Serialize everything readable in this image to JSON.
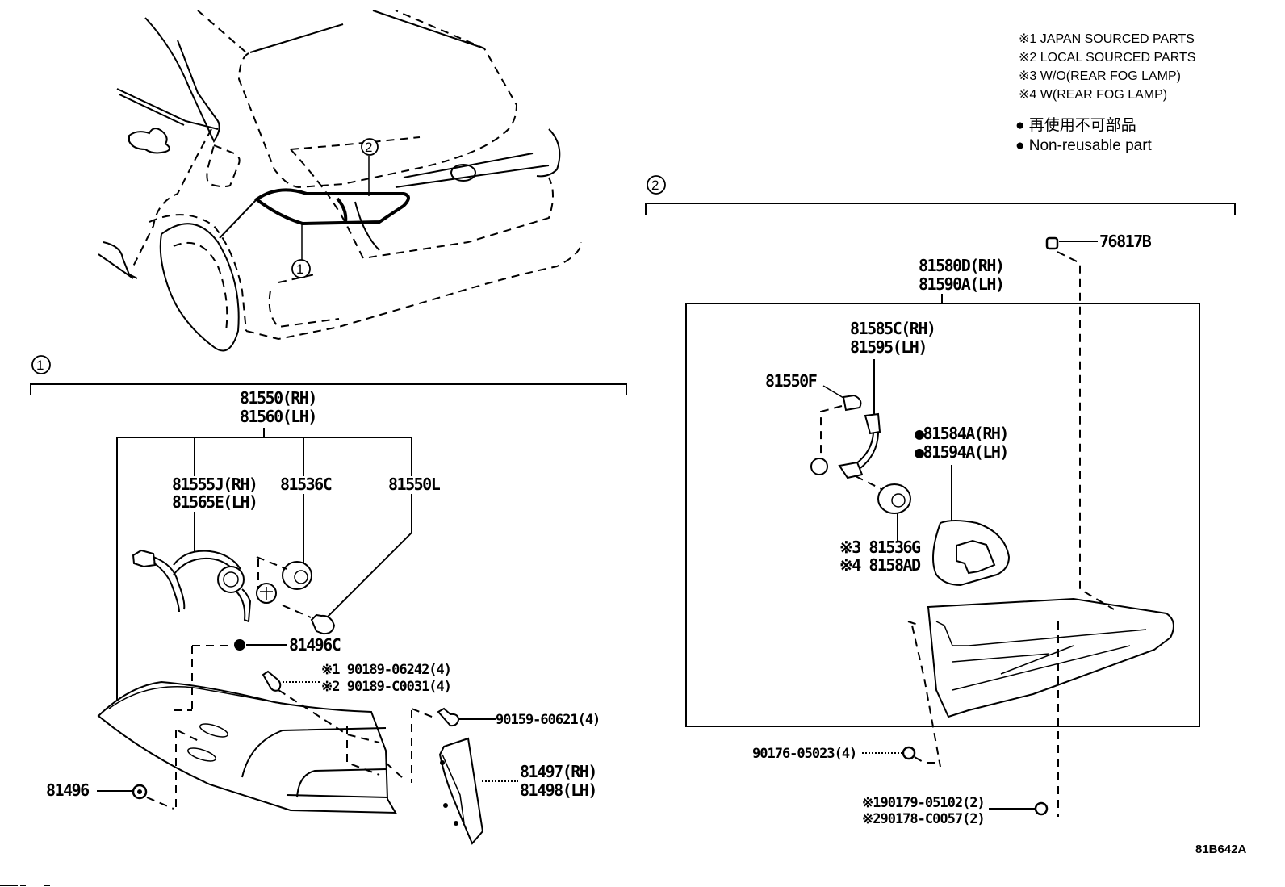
{
  "legend": {
    "notes": [
      {
        "mark": "※1",
        "text": "JAPAN SOURCED PARTS"
      },
      {
        "mark": "※2",
        "text": "LOCAL SOURCED PARTS"
      },
      {
        "mark": "※3",
        "text": "W/O(REAR FOG LAMP)"
      },
      {
        "mark": "※4",
        "text": "W(REAR FOG LAMP)"
      }
    ],
    "nonreusable_jp": "● 再使用不可部品",
    "nonreusable_en": "● Non-reusable part"
  },
  "overview": {
    "callout_1": "1",
    "callout_2": "2"
  },
  "section1": {
    "number": "1",
    "assembly": {
      "line1": "81550(RH)",
      "line2": "81560(LH)"
    },
    "socket_wire": {
      "line1": "81555J(RH)",
      "line2": "81565E(LH)"
    },
    "socket": "81536C",
    "bulb": "81550L",
    "nut": "81496C",
    "screw": {
      "line1": "※1 90189-06242(4)",
      "line2": "※2 90189-C0031(4)"
    },
    "bolt": "90159-60621(4)",
    "grommet": "81496",
    "bracket": {
      "line1": "81497(RH)",
      "line2": "81498(LH)"
    }
  },
  "section2": {
    "number": "2",
    "clip": "76817B",
    "assembly": {
      "line1": "81580D(RH)",
      "line2": "81590A(LH)"
    },
    "socket_wire": {
      "line1": "81585C(RH)",
      "line2": "81595(LH)"
    },
    "bulb": "81550F",
    "gasket": {
      "line1": "●81584A(RH)",
      "line2": "●81594A(LH)"
    },
    "socket": {
      "line1": "※3 81536G",
      "line2": "※4 8158AD"
    },
    "screw": "90176-05023(4)",
    "nut": {
      "line1": "※190179-05102(2)",
      "line2": "※290178-C0057(2)"
    }
  },
  "illustration_code": "81B642A"
}
